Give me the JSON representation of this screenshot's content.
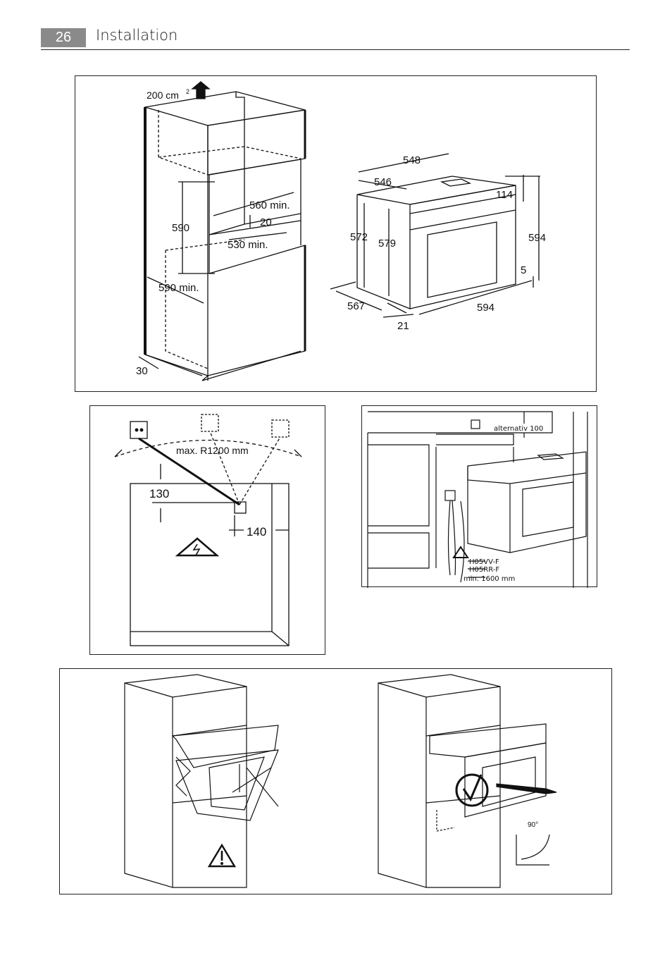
{
  "header": {
    "page_number": "26",
    "title": "Installation"
  },
  "panel_dimensions": {
    "ventilation": "200 cm",
    "ventilation_sup": "2",
    "cabinet": {
      "height": "590",
      "width_min": "560 min.",
      "gap": "20",
      "depth_min": "530 min.",
      "side_min": "590 min.",
      "plinth": "30"
    },
    "oven": {
      "depth_top": "548",
      "depth_body": "546",
      "panel_height": "114",
      "body_height": "572",
      "inner_height": "579",
      "total_height": "594",
      "bottom_gap": "5",
      "side_depth": "567",
      "front_width": "594",
      "front_depth": "21"
    }
  },
  "panel_socket": {
    "radius_label": "max. R1200 mm",
    "vertical_offset": "130",
    "horizontal_offset": "140"
  },
  "panel_cable": {
    "alternative": "alternativ 100",
    "cable_1": "H05VV-F",
    "cable_2": "H05RR-F",
    "cable_length": "min. 1600 mm"
  },
  "panel_door": {
    "angle": "90°"
  }
}
